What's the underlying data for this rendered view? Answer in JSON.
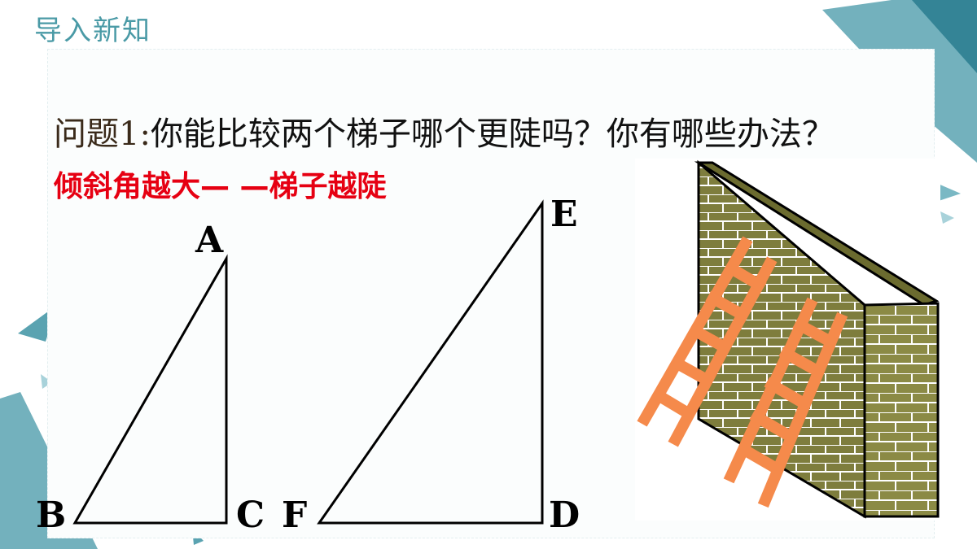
{
  "header": {
    "title": "导入新知"
  },
  "question": {
    "label": "问题1:",
    "text": "你能比较两个梯子哪个更陡吗？你有哪些办法？"
  },
  "answer": {
    "text": "倾斜角越大— —梯子越陡"
  },
  "triangle_left": {
    "labels": {
      "A": "A",
      "B": "B",
      "C": "C"
    }
  },
  "triangle_right": {
    "labels": {
      "E": "E",
      "F": "F",
      "D": "D"
    }
  },
  "colors": {
    "accent": "#4a9aa6",
    "answer": "#e60012",
    "ladder": "#f58a4b",
    "brick": "#7e7d3d"
  }
}
